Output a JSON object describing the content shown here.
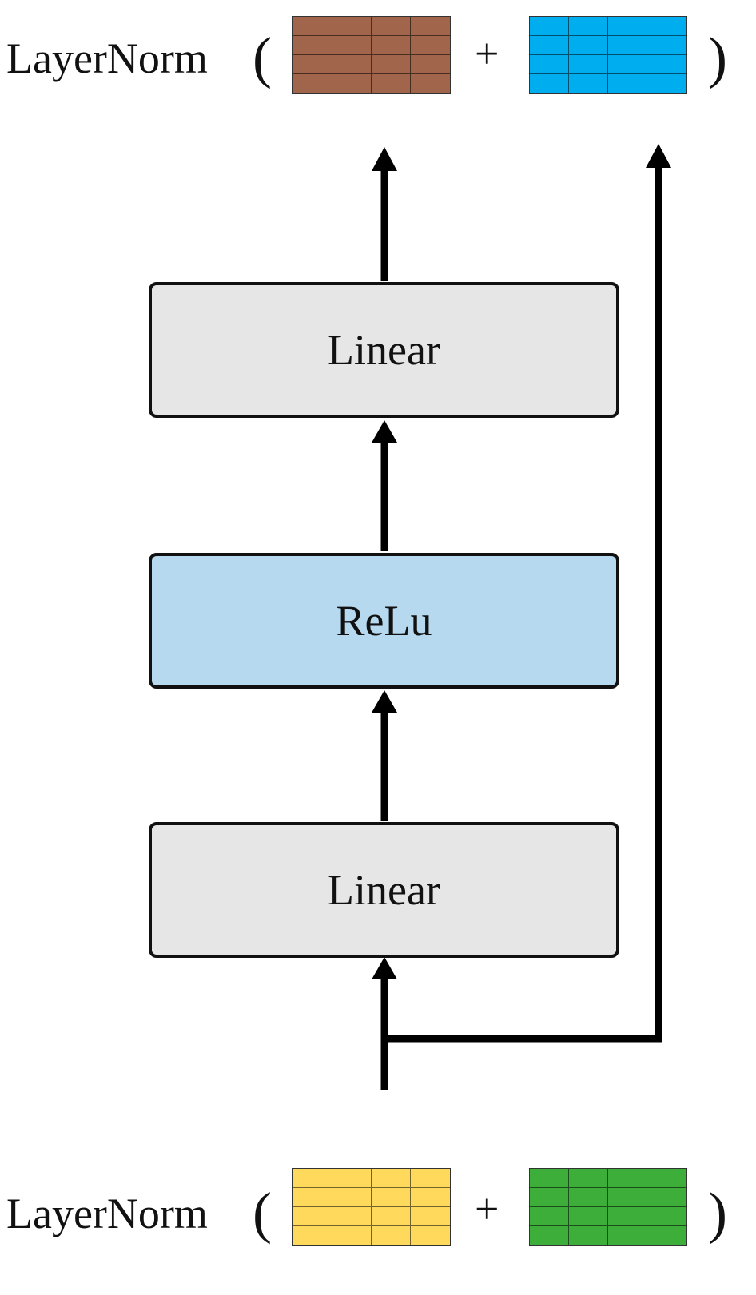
{
  "top_expression": {
    "function": "LayerNorm",
    "open_paren": "(",
    "operator": "+",
    "close_paren": ")",
    "left_matrix_color": "#A0654A",
    "right_matrix_color": "#00AEEF"
  },
  "blocks": {
    "linear_top": {
      "label": "Linear",
      "fill": "#E6E6E6"
    },
    "relu": {
      "label": "ReLu",
      "fill": "#B7D9F0"
    },
    "linear_bottom": {
      "label": "Linear",
      "fill": "#E6E6E6"
    }
  },
  "bottom_expression": {
    "function": "LayerNorm",
    "open_paren": "(",
    "operator": "+",
    "close_paren": ")",
    "left_matrix_color": "#FFD95C",
    "right_matrix_color": "#3DAE3A"
  },
  "matrix_grid": {
    "rows": 4,
    "cols": 4
  }
}
